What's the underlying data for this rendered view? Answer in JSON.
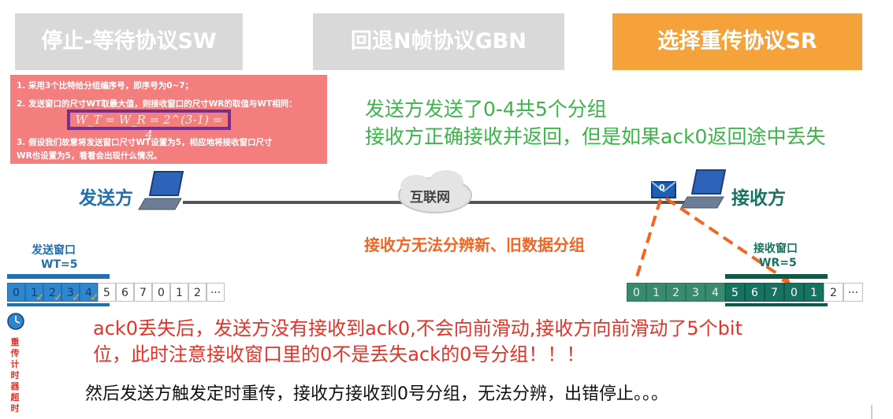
{
  "tabs": [
    {
      "label": "停止-等待协议SW",
      "active": false
    },
    {
      "label": "回退N帧协议GBN",
      "active": false
    },
    {
      "label": "选择重传协议SR",
      "active": true
    }
  ],
  "notes": {
    "line1": "1. 采用3个比特给分组编序号，即序号为0~7；",
    "line2": "2. 发送窗口的尺寸WT取最大值，则接收窗口的尺寸WR的取值与WT相同：",
    "formula": "W_T = W_R = 2^(3-1) = 4",
    "line3a": "3. 假设我们故意将发送窗口尺寸WT设置为5，相应地将接收窗口尺寸",
    "line3b": "WR也设置为5，看看会出现什么情况。"
  },
  "green_text": {
    "line1": "发送方发送了0-4共5个分组",
    "line2": "接收方正确接收并返回，但是如果ack0返回途中丢失"
  },
  "network": {
    "sender_label": "发送方",
    "receiver_label": "接收方",
    "cloud_label": "互联网",
    "envelope_label": "0",
    "warning": "接收方无法分辨新、旧数据分组"
  },
  "sender_window": {
    "title": "发送窗口",
    "size_label": "WT=5",
    "sequence": [
      "0",
      "1",
      "2",
      "3",
      "4",
      "5",
      "6",
      "7",
      "0",
      "1",
      "2",
      "···"
    ],
    "window_count": 5
  },
  "receiver_window": {
    "title": "接收窗口",
    "size_label": "WR=5",
    "sequence": [
      "0",
      "1",
      "2",
      "3",
      "4",
      "5",
      "6",
      "7",
      "0",
      "1",
      "2",
      "···"
    ],
    "window_start": 5,
    "window_count": 5
  },
  "red_text": {
    "line1": "ack0丢失后，发送方没有接收到ack0,不会向前滑动,接收方向前滑动了5个bit",
    "line2": "位，此时注意接收窗口里的0不是丢失ack的0号分组！！！"
  },
  "timer_label": "重传计时器超时",
  "bottom_text": "然后发送方触发定时重传，接收方接收到0号分组，无法分辨，出错停止。。。",
  "colors": {
    "tab_inactive": "#d9d9d9",
    "tab_active": "#f5a23a",
    "sender_window": "#2e86cf",
    "receiver_window": "#17735f",
    "arrow": "#f26522",
    "green_text": "#3cb44a",
    "red_text": "#e53228"
  }
}
